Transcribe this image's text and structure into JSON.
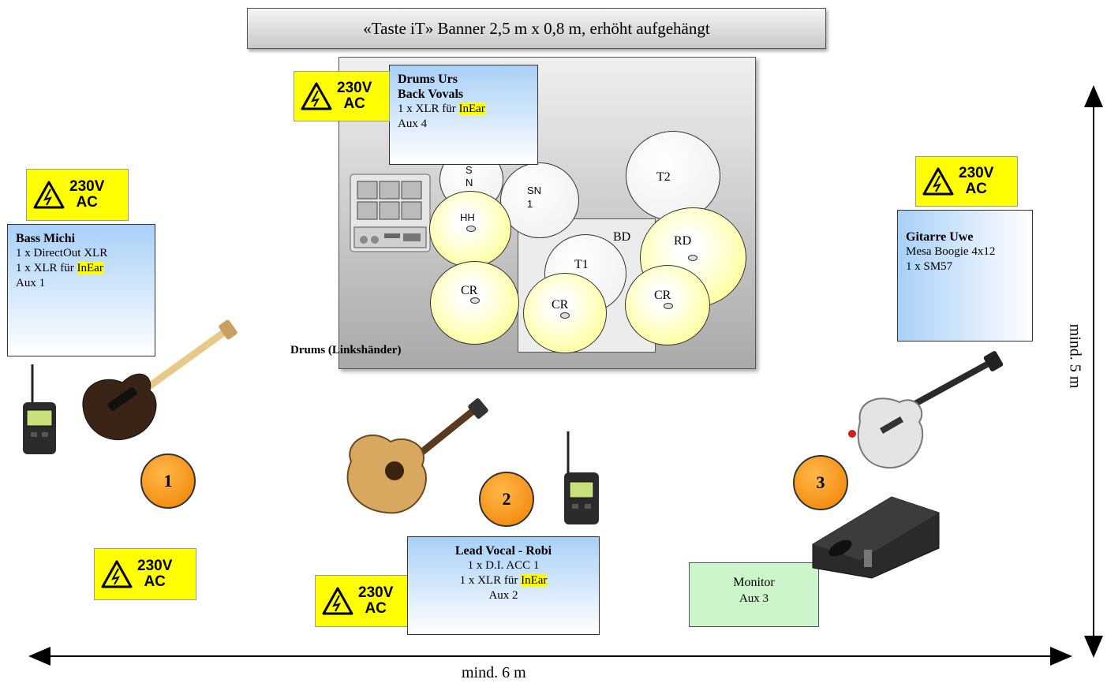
{
  "banner": "«Taste iT» Banner 2,5 m x 0,8 m, erhöht aufgehängt",
  "warning": {
    "line1": "230V",
    "line2": "AC"
  },
  "drums_box": {
    "title1": "Drums Urs",
    "title2": "Back Vovals",
    "line1_pre": "1 x XLR für ",
    "line1_hl": "InEar",
    "line2": "Aux 4"
  },
  "drums_label": "Drums (Linkshänder)",
  "kit": {
    "s": "S",
    "n": "N",
    "sn1_a": "SN",
    "sn1_b": "1",
    "hh": "HH",
    "t2": "T2",
    "bd": "BD",
    "rd": "RD",
    "t1": "T1",
    "cr_left": "CR",
    "cr_mid": "CR",
    "cr_right": "CR"
  },
  "bass_box": {
    "title": "Bass Michi",
    "line1": "1 x DirectOut XLR",
    "line2_pre": "1 x XLR für ",
    "line2_hl": "InEar",
    "line3": "Aux 1"
  },
  "guitar_box": {
    "title": "Gitarre Uwe",
    "line1": "Mesa Boogie 4x12",
    "line2": "1 x SM57"
  },
  "vocal_box": {
    "title": "Lead Vocal - Robi",
    "line1": "1 x D.I. ACC 1",
    "line2_pre": "1 x XLR für ",
    "line2_hl": "InEar",
    "line3": "Aux 2"
  },
  "monitor_box": {
    "title": "Monitor",
    "line1": "Aux 3"
  },
  "positions": [
    "1",
    "2",
    "3"
  ],
  "dimensions": {
    "width": "mind. 6 m",
    "depth": "mind. 5 m"
  },
  "colors": {
    "highlight": "#ffff00",
    "position_marker": "#f08000",
    "monitor_box": "#ccf5cc",
    "info_box": "#a8d0f8"
  }
}
